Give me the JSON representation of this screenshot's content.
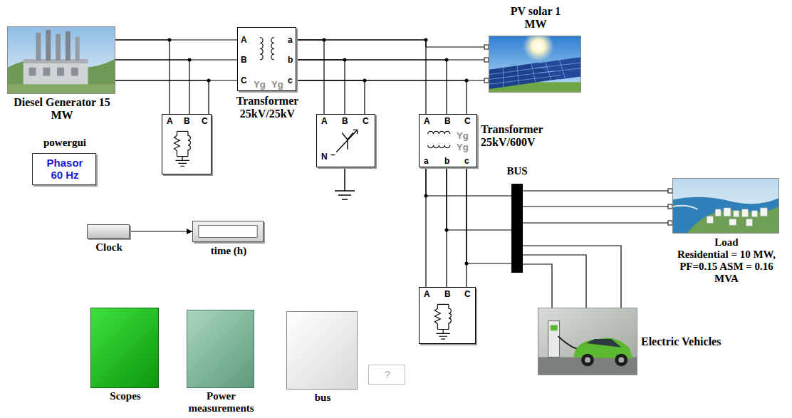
{
  "diagram": {
    "nodes": [
      {
        "text": [
          "Diesel Generator 15 MW"
        ]
      },
      {
        "text": [
          "A",
          "B",
          "C",
          "a",
          "b",
          "c",
          "Yg",
          "Yg",
          "Transformer 25kV/25kV"
        ]
      },
      {
        "text": [
          "PV solar 1 MW"
        ]
      },
      {
        "text": [
          "powergui",
          "Phasor 60 Hz"
        ]
      },
      {
        "text": [
          "A",
          "B",
          "C"
        ]
      },
      {
        "text": [
          "A",
          "B",
          "C",
          "N"
        ]
      },
      {
        "text": [
          "A",
          "B",
          "C",
          "a",
          "b",
          "c",
          "Yg",
          "Yg",
          "Transformer 25kV/600V"
        ]
      },
      {
        "text": [
          "BUS"
        ]
      },
      {
        "text": [
          "Load",
          "Residential = 10 MW, PF=0.15 ASM = 0.16 MVA"
        ]
      },
      {
        "text": [
          "A",
          "B",
          "C"
        ]
      },
      {
        "text": [
          "Electric Vehicles"
        ]
      },
      {
        "text": [
          "Clock"
        ]
      },
      {
        "text": [
          "time (h)"
        ]
      },
      {
        "text": [
          "Scopes"
        ]
      },
      {
        "text": [
          "Power measurements"
        ]
      },
      {
        "text": [
          "bus"
        ]
      },
      {
        "text": [
          "?"
        ]
      }
    ],
    "edges": [
      {
        "from": 0,
        "to": 1,
        "arrow": "none"
      },
      {
        "from": 0,
        "to": 4,
        "arrow": "none"
      },
      {
        "from": 1,
        "to": 2,
        "arrow": "none"
      },
      {
        "from": 1,
        "to": 5,
        "arrow": "none"
      },
      {
        "from": 1,
        "to": 6,
        "arrow": "none"
      },
      {
        "from": 6,
        "to": 9,
        "arrow": "none"
      },
      {
        "from": 6,
        "to": 7,
        "arrow": "none"
      },
      {
        "from": 7,
        "to": 8,
        "arrow": "none"
      },
      {
        "from": 7,
        "to": 10,
        "arrow": "none"
      },
      {
        "from": 11,
        "to": 12,
        "arrow": "to"
      }
    ]
  }
}
